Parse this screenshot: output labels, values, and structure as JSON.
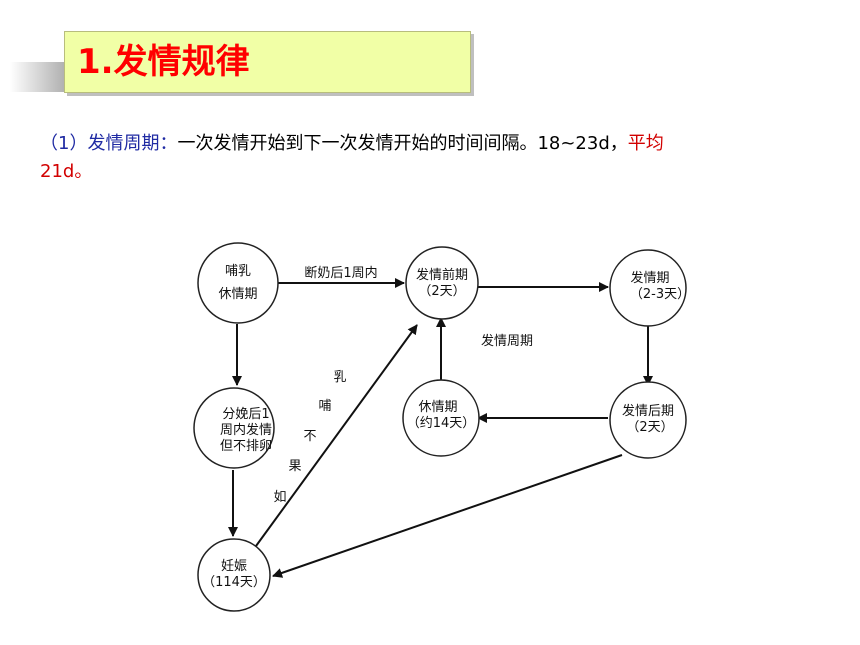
{
  "title": "1.发情规律",
  "paragraph": {
    "lead": "（1）发情周期：",
    "body": "一次发情开始到下一次发情开始的时间间隔。18~23d，",
    "tail": "平均",
    "tail2": "21d。"
  },
  "diagram": {
    "nodes": {
      "lactation": [
        "哺乳",
        "休情期"
      ],
      "postpartum": [
        "分娩后1",
        "周内发情",
        "但不排卵"
      ],
      "pregnancy": [
        "妊娠",
        "（114天）"
      ],
      "proestrus": [
        "发情前期",
        "（2天）"
      ],
      "estrus": [
        "发情期",
        "（2-3天）"
      ],
      "metestrus": [
        "发情后期",
        "（2天）"
      ],
      "diestrus": [
        "休情期",
        "（约14天）"
      ]
    },
    "edge_labels": {
      "weaning": "断奶后1周内",
      "cycle": "发情周期",
      "if_not_nursing": [
        "乳",
        "哺",
        "不",
        "果",
        "如"
      ]
    }
  }
}
